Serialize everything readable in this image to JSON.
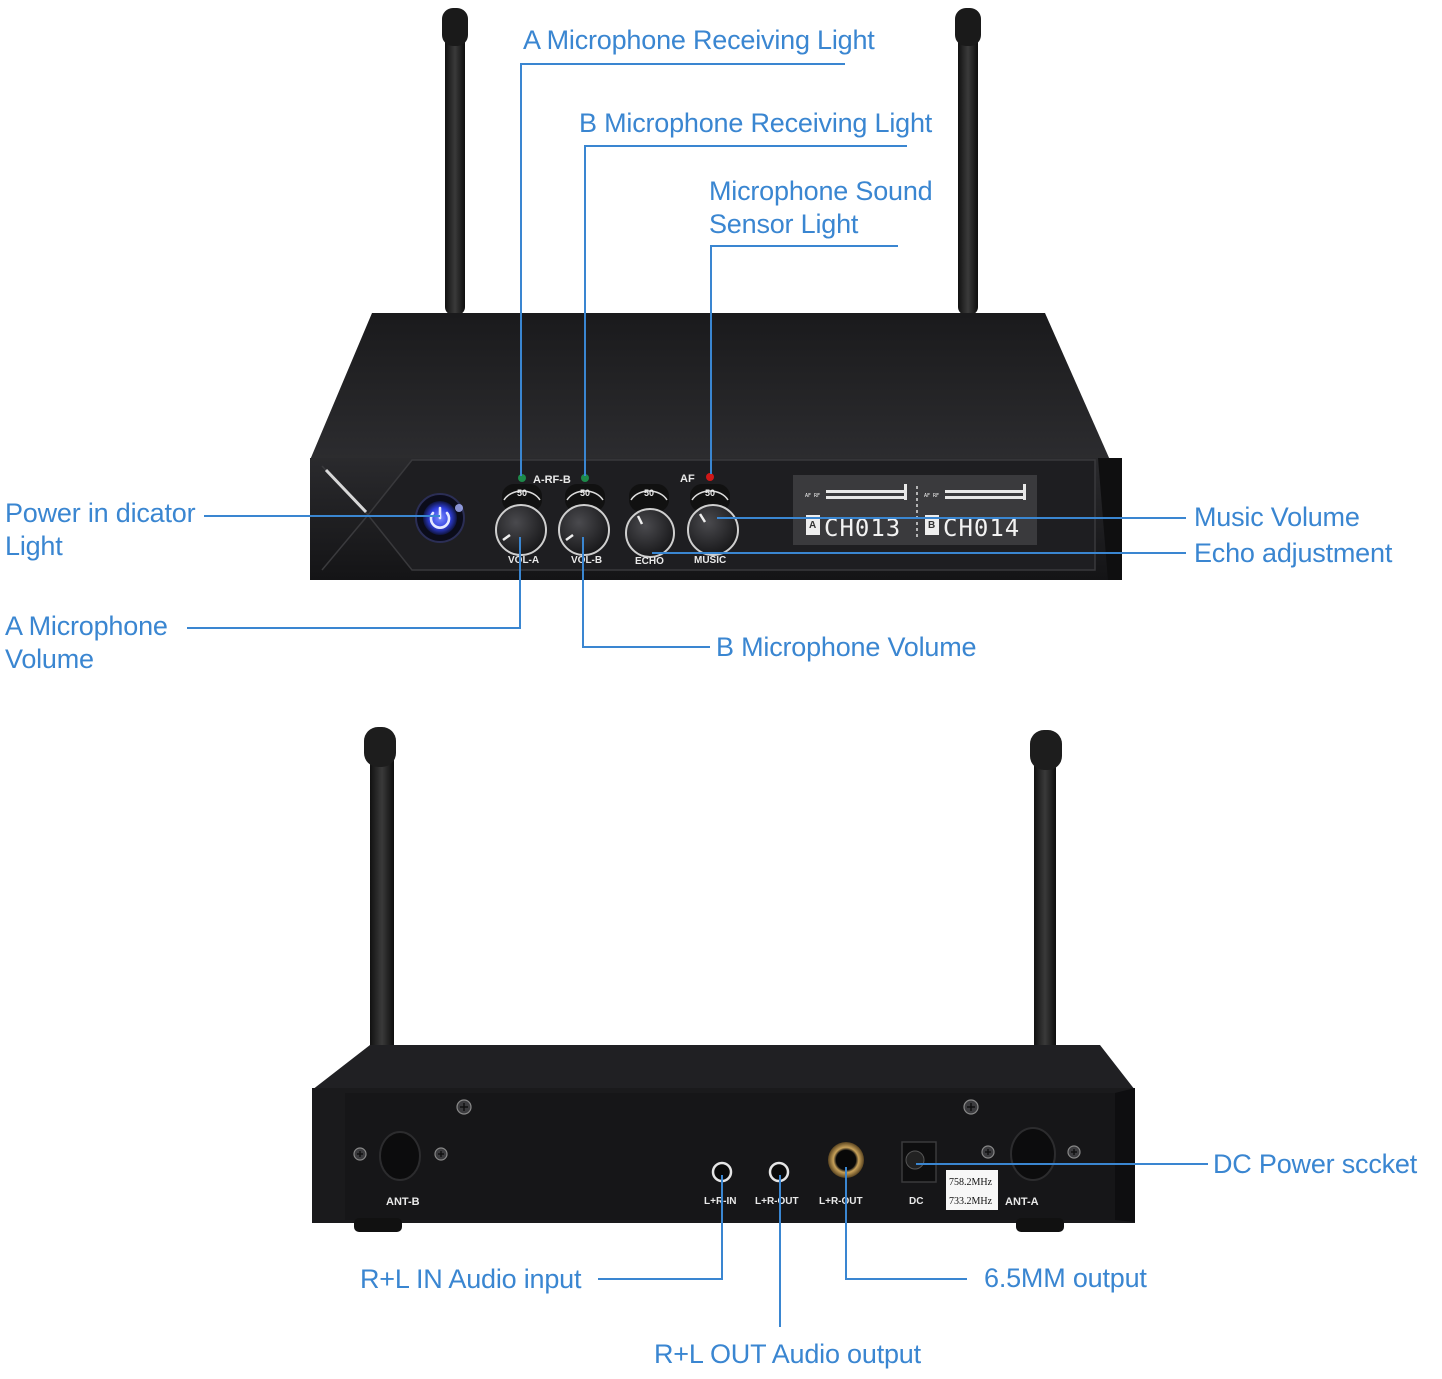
{
  "colors": {
    "callout": "#3a86d1",
    "device_body": "#1c1c1e",
    "power_led": "#3b4dff",
    "rf_led": "#1d8a4a",
    "af_led": "#d01818",
    "lcd_bg": "#3a3a3d"
  },
  "front_view": {
    "panel_labels": {
      "rf": "A-RF-B",
      "af": "AF",
      "knob_scale": "50",
      "knob_a": "VOL-A",
      "knob_b": "VOL-B",
      "knob_echo": "ECHO",
      "knob_music": "MUSIC"
    },
    "display": {
      "channel_a_tag": "A",
      "channel_b_tag": "B",
      "channel_a": "CH013",
      "channel_b": "CH014",
      "meter_label": "AF RF"
    },
    "callouts": {
      "a_receiving_light": "A Microphone Receiving Light",
      "b_receiving_light": "B Microphone Receiving Light",
      "sound_sensor_line1": "Microphone Sound",
      "sound_sensor_line2": "Sensor Light",
      "power_line1": "Power in dicator",
      "power_line2": "Light",
      "music_volume": "Music Volume",
      "echo_adjustment": "Echo adjustment",
      "a_volume_line1": "A Microphone",
      "a_volume_line2": "Volume",
      "b_volume": "B Microphone Volume"
    },
    "icons": {
      "power": "power-icon"
    }
  },
  "rear_view": {
    "port_labels": {
      "ant_b": "ANT-B",
      "lr_in": "L+R-IN",
      "lr_out": "L+R-OUT",
      "lr_out_635": "L+R-OUT",
      "dc": "DC",
      "ant_a": "ANT-A"
    },
    "frequency_sticker": [
      "758.2MHz",
      "733.2MHz"
    ],
    "callouts": {
      "dc_power": "DC Power sccket",
      "lr_in": "R+L IN Audio input",
      "output_65": "6.5MM output",
      "lr_out": "R+L OUT Audio output"
    }
  }
}
